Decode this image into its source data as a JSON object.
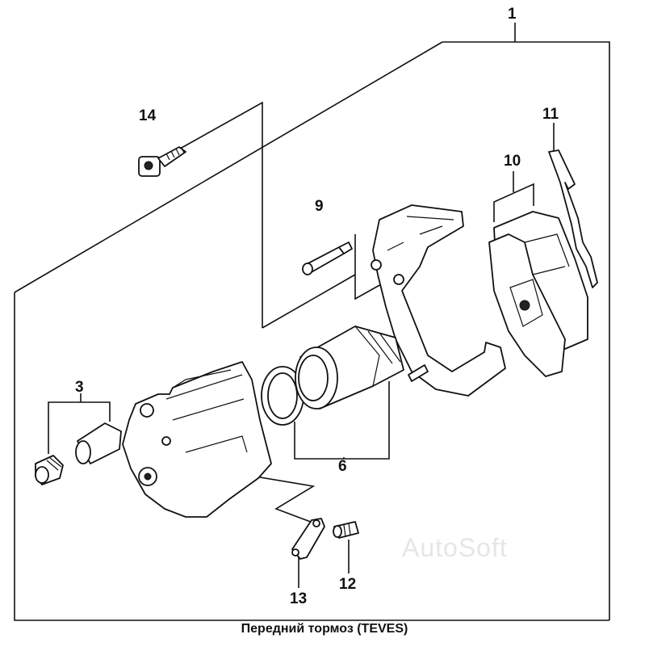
{
  "diagram": {
    "callouts": [
      "1",
      "3",
      "6",
      "9",
      "10",
      "11",
      "12",
      "13",
      "14"
    ],
    "caption": "Передний тормоз (TEVES)",
    "watermark": "AutoSoft"
  }
}
